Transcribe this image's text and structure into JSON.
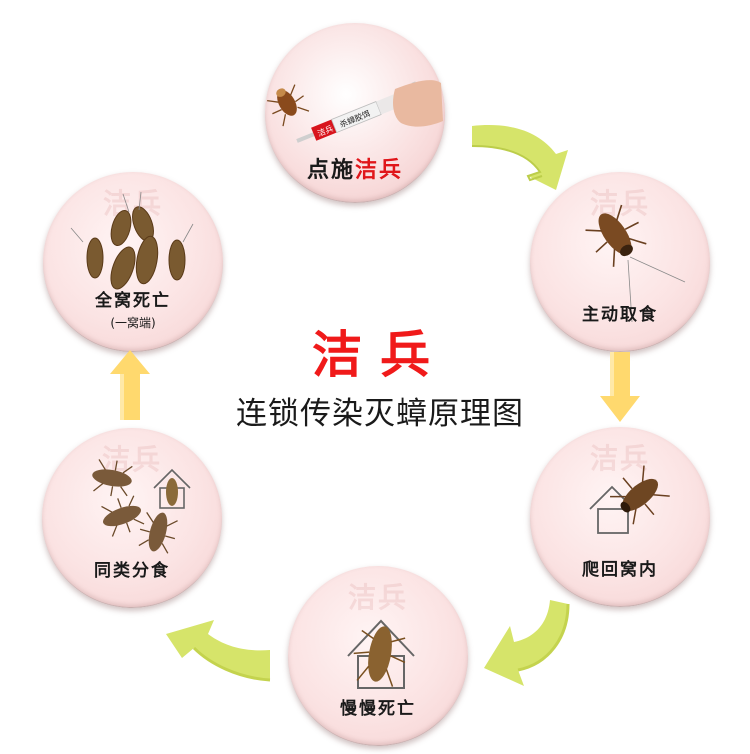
{
  "diagram": {
    "title": "洁兵",
    "subtitle": "连锁传染灭蟑原理图",
    "watermark": "洁兵",
    "colors": {
      "title_red": "#f01a1a",
      "circle_fill": "#fbe3e3",
      "curved_arrow_green": "#d6e46a",
      "straight_arrow_yellow": "#ffd96e",
      "label_text": "#1a1a1a"
    },
    "steps": [
      {
        "order": 1,
        "label_prefix": "点施",
        "label_accent": "洁兵",
        "image": "hand-syringe-bait-and-cockroach",
        "syringe_text": "杀蟑胶饵",
        "syringe_brand": "洁兵"
      },
      {
        "order": 2,
        "label": "主动取食",
        "image": "single-cockroach"
      },
      {
        "order": 3,
        "label": "爬回窝内",
        "image": "cockroach-crawling-to-house"
      },
      {
        "order": 4,
        "label": "慢慢死亡",
        "image": "cockroach-inside-house"
      },
      {
        "order": 5,
        "label": "同类分食",
        "image": "cockroaches-sharing-near-house"
      },
      {
        "order": 6,
        "label": "全窝死亡",
        "sublabel": "(一窝端)",
        "image": "dead-cockroach-colony"
      }
    ],
    "arrows": [
      {
        "from": 1,
        "to": 2,
        "style": "curved-green"
      },
      {
        "from": 2,
        "to": 3,
        "style": "straight-yellow-down"
      },
      {
        "from": 3,
        "to": 4,
        "style": "curved-green"
      },
      {
        "from": 4,
        "to": 5,
        "style": "curved-green"
      },
      {
        "from": 5,
        "to": 6,
        "style": "straight-yellow-up"
      }
    ]
  }
}
